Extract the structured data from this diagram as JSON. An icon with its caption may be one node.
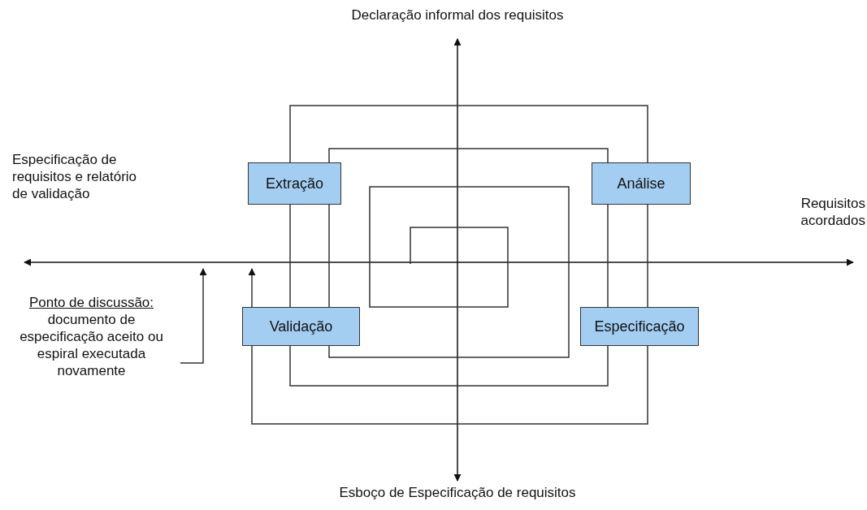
{
  "diagram": {
    "nodes": [
      {
        "text": [
          "Extração"
        ]
      },
      {
        "text": [
          "Análise"
        ]
      },
      {
        "text": [
          "Especificação"
        ]
      },
      {
        "text": [
          "Validação"
        ]
      },
      {
        "text": [
          "Ponto de discussão:",
          "documento de especificação aceito ou espiral executada novamente"
        ]
      }
    ],
    "edges": [
      {
        "from": 3,
        "to": 0,
        "arrow": "none"
      },
      {
        "from": 0,
        "to": 1,
        "arrow": "none"
      },
      {
        "from": 1,
        "to": 2,
        "arrow": "none"
      },
      {
        "from": 2,
        "to": 3,
        "arrow": "none"
      },
      {
        "from": 3,
        "to": 0,
        "arrow": "none"
      },
      {
        "from": 0,
        "to": 1,
        "arrow": "none"
      },
      {
        "from": 1,
        "to": 2,
        "arrow": "none"
      },
      {
        "from": 2,
        "to": 3,
        "arrow": "none"
      },
      {
        "from": 3,
        "to": null,
        "arrow": "to"
      },
      {
        "from": 4,
        "to": null,
        "arrow": "to"
      }
    ],
    "labels": [
      "Declaração informal dos requisitos",
      "Especificação de requisitos e relatório de validação",
      "Requisitos acordados",
      "Esboço de Especificação de requisitos"
    ]
  }
}
